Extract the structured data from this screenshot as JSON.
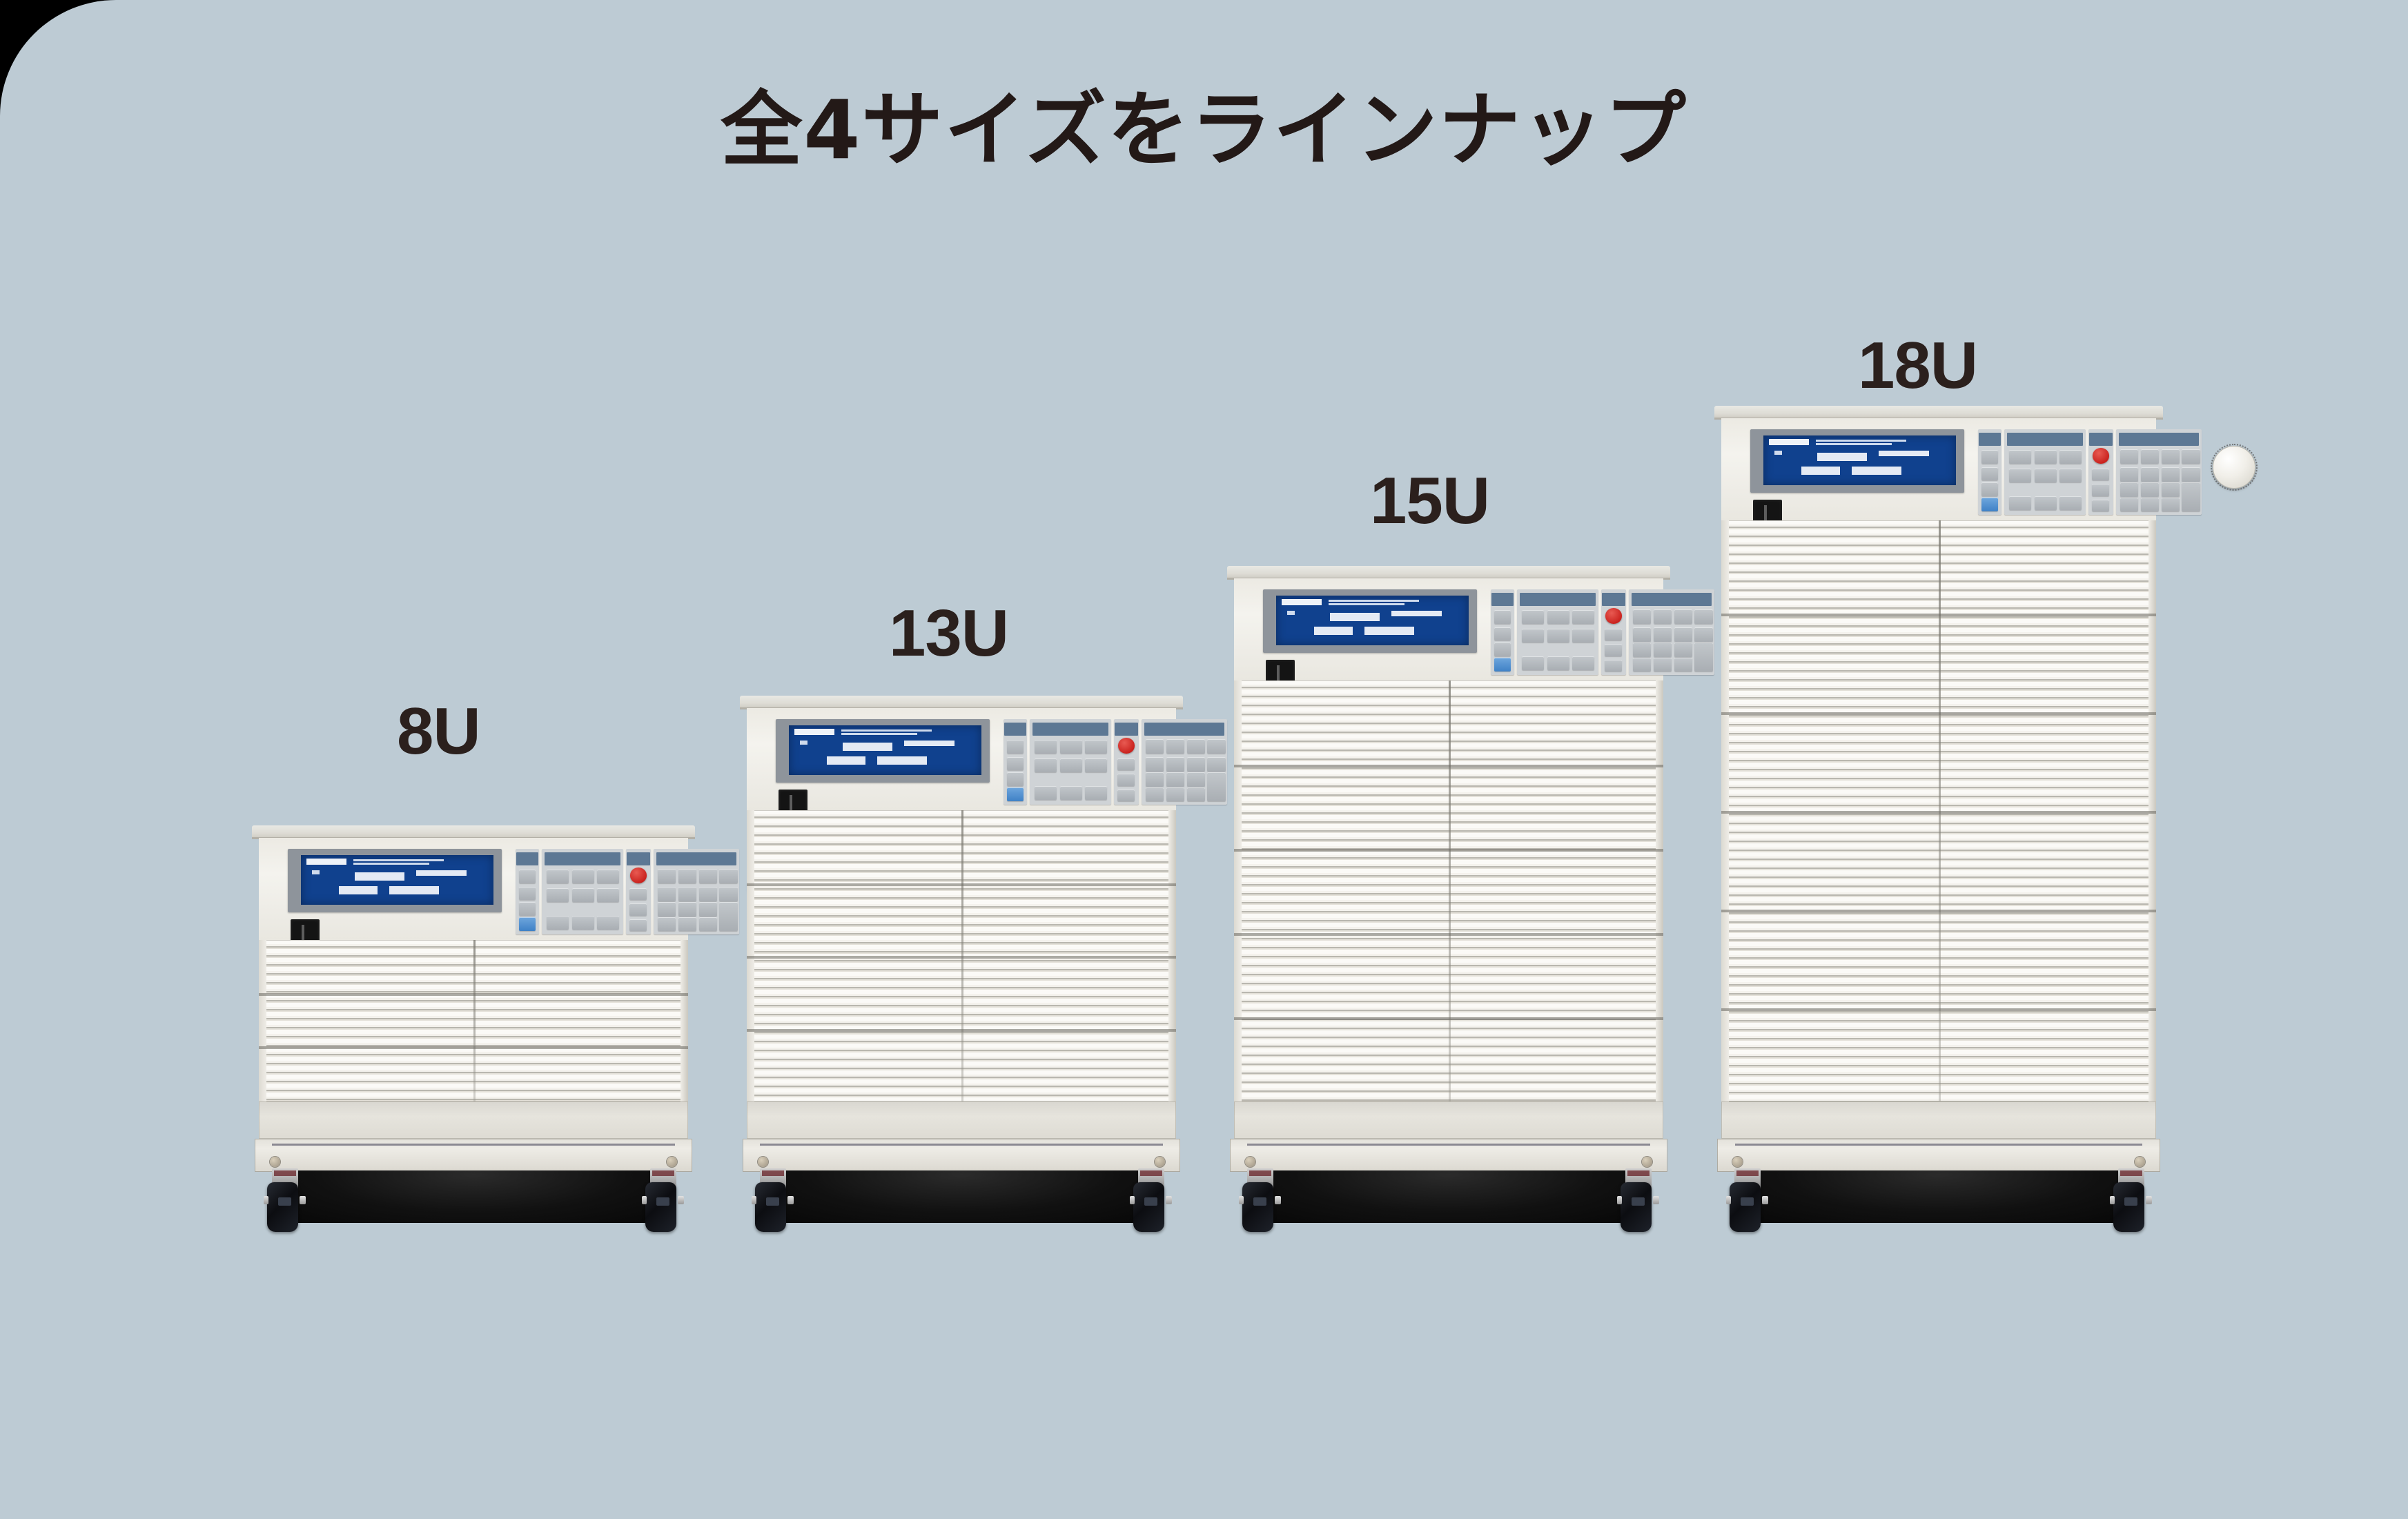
{
  "page": {
    "title": "全4サイズをラインナップ",
    "background_color": "#bdcbd4",
    "outer_color": "#000000",
    "title_color": "#231917"
  },
  "units": [
    {
      "id": "8u",
      "label": "8U",
      "rack_units": 8,
      "panel": {
        "display_type": "lcd",
        "display_color": "#10418e",
        "bezel_color": "#8e949b",
        "header_bar_color": "#5d7894",
        "key_color": "#b5babf",
        "emergency_key_color": "#c8201c",
        "active_key_color": "#3f81c6",
        "knob": "rotary-knob"
      },
      "vent_rows": 2,
      "casters": 2
    },
    {
      "id": "13u",
      "label": "13U",
      "rack_units": 13,
      "panel": {
        "display_type": "lcd",
        "display_color": "#10418e",
        "bezel_color": "#8e949b",
        "header_bar_color": "#5d7894",
        "key_color": "#b5babf",
        "emergency_key_color": "#c8201c",
        "active_key_color": "#3f81c6",
        "knob": "rotary-knob"
      },
      "vent_rows": 3,
      "casters": 2
    },
    {
      "id": "15u",
      "label": "15U",
      "rack_units": 15,
      "panel": {
        "display_type": "lcd",
        "display_color": "#10418e",
        "bezel_color": "#8e949b",
        "header_bar_color": "#5d7894",
        "key_color": "#b5babf",
        "emergency_key_color": "#c8201c",
        "active_key_color": "#3f81c6",
        "knob": "rotary-knob"
      },
      "vent_rows": 4,
      "casters": 2
    },
    {
      "id": "18u",
      "label": "18U",
      "rack_units": 18,
      "panel": {
        "display_type": "lcd",
        "display_color": "#10418e",
        "bezel_color": "#8e949b",
        "header_bar_color": "#5d7894",
        "key_color": "#b5babf",
        "emergency_key_color": "#c8201c",
        "active_key_color": "#3f81c6",
        "knob": "rotary-knob"
      },
      "vent_rows": 5,
      "casters": 2
    }
  ]
}
